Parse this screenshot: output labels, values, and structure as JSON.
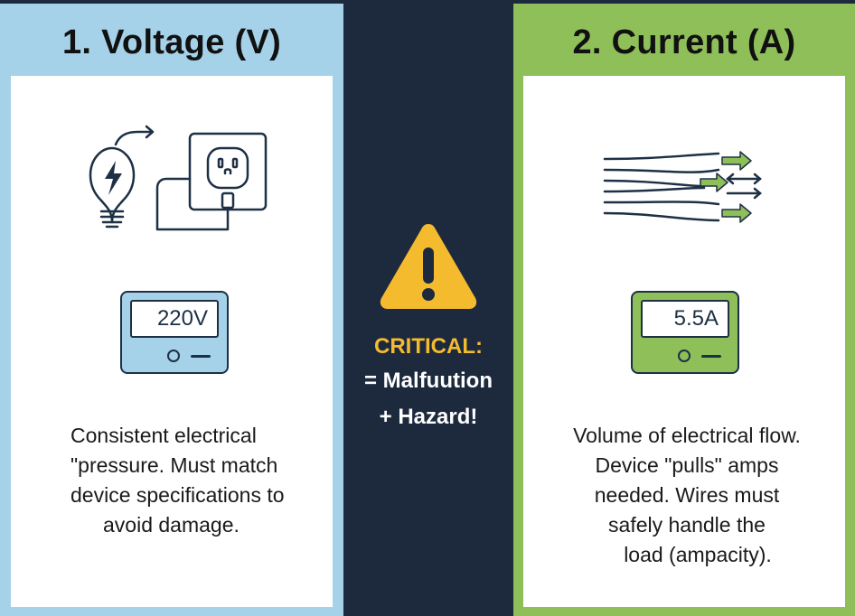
{
  "voltage": {
    "title": "1. Voltage (V)",
    "meter_reading": "220V",
    "description": [
      "Consistent electrical",
      "\"pressure. Must match",
      "device specifications to",
      "avoid damage."
    ],
    "icon": "lightbulb-outlet-icon",
    "color": "#a5d2e9"
  },
  "current": {
    "title": "2. Current (A)",
    "meter_reading": "5.5A",
    "description": [
      "Volume of electrical flow.",
      "Device \"pulls\" amps",
      "needed. Wires must",
      "safely handle the",
      "load (ampacity)."
    ],
    "icon": "current-flow-icon",
    "color": "#8fbf58"
  },
  "warning": {
    "icon": "warning-icon",
    "title": "CRITICAL:",
    "line1": "= Malfuution",
    "line2": "+ Hazard!",
    "color": "#f5bb2e"
  },
  "background_color": "#1d2a3d"
}
